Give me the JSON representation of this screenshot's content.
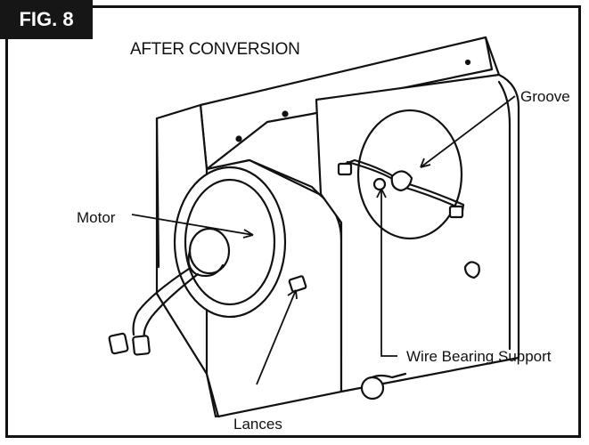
{
  "figure": {
    "badge": "FIG. 8",
    "title": "AFTER CONVERSION"
  },
  "callouts": {
    "groove": "Groove",
    "motor": "Motor",
    "wire_bearing_support": "Wire Bearing Support",
    "lances": "Lances"
  }
}
